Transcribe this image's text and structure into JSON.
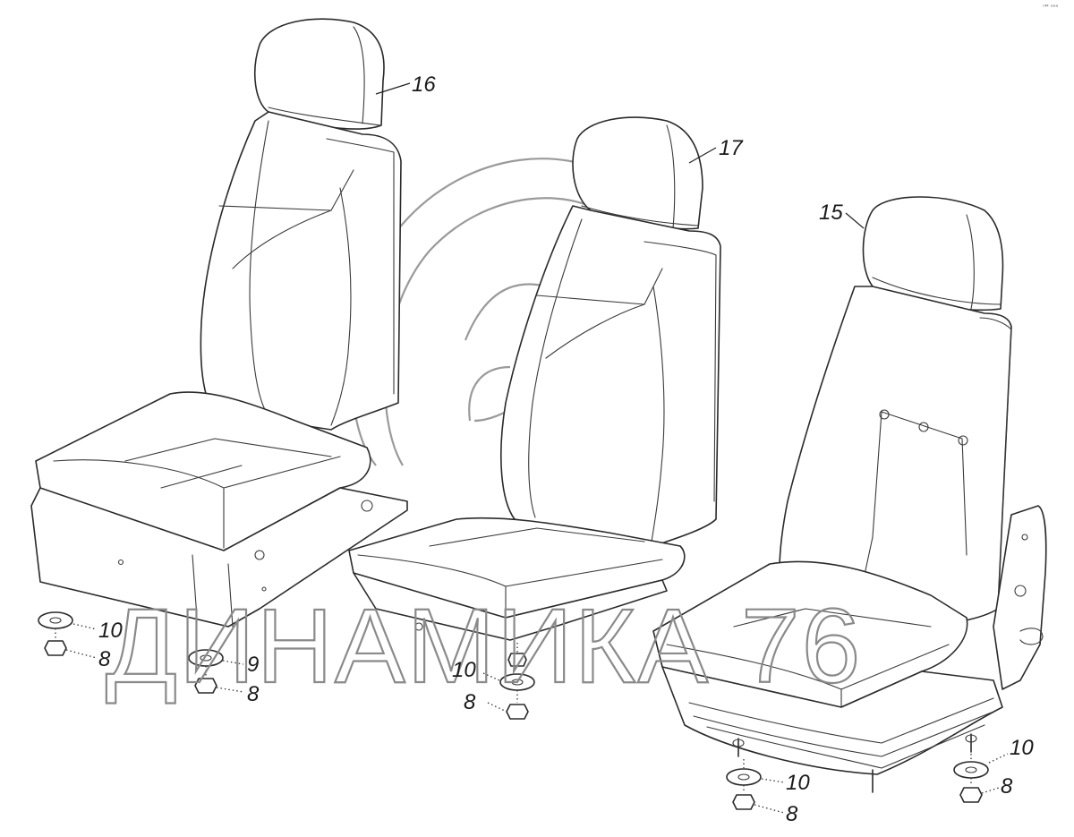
{
  "corner_mark": "ⁿᴹ ᵒᵒᵒ",
  "watermark": {
    "text": "ДИНАМИКА 76"
  },
  "callouts": {
    "c16": "16",
    "c17": "17",
    "c15": "15",
    "l_10": "10",
    "l_8": "8",
    "l_9": "9",
    "l_8b": "8",
    "m_10": "10",
    "m_8": "8",
    "r_10a": "10",
    "r_8a": "8",
    "r_10b": "10",
    "r_8b": "8"
  }
}
